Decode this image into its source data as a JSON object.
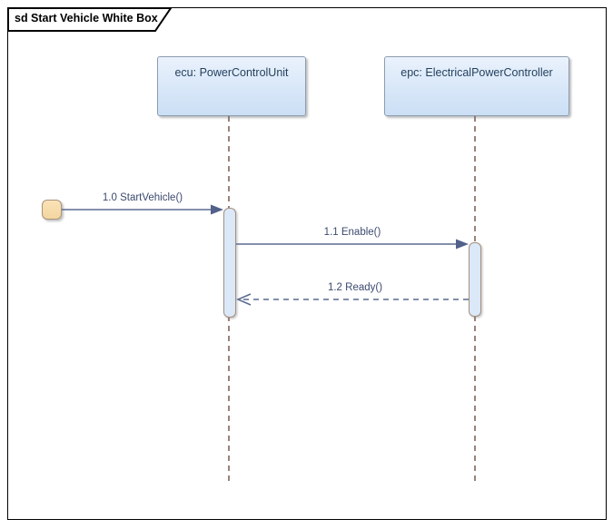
{
  "frame": {
    "title": "sd Start Vehicle White Box"
  },
  "lifelines": [
    {
      "label": "ecu: PowerControlUnit"
    },
    {
      "label": "epc: ElectricalPowerController"
    }
  ],
  "messages": [
    {
      "seq": "1.0",
      "label": "1.0 StartVehicle()",
      "type": "found-synchronous"
    },
    {
      "seq": "1.1",
      "label": "1.1 Enable()",
      "type": "synchronous"
    },
    {
      "seq": "1.2",
      "label": "1.2 Ready()",
      "type": "return"
    }
  ],
  "colors": {
    "frame_border": "#000000",
    "lifeline_head_fill": "#d8e7f8",
    "lifeline_head_border": "#8d9cb0",
    "lifeline_head_text": "#24415f",
    "activation_fill": "#dbe8f8",
    "activation_border": "#a5907f",
    "lifeline_dash": "#97837a",
    "message_line": "#5a6a8f",
    "message_text": "#3c4a6e",
    "found_box_fill": "#f6dcab",
    "found_box_border": "#a8937c"
  }
}
